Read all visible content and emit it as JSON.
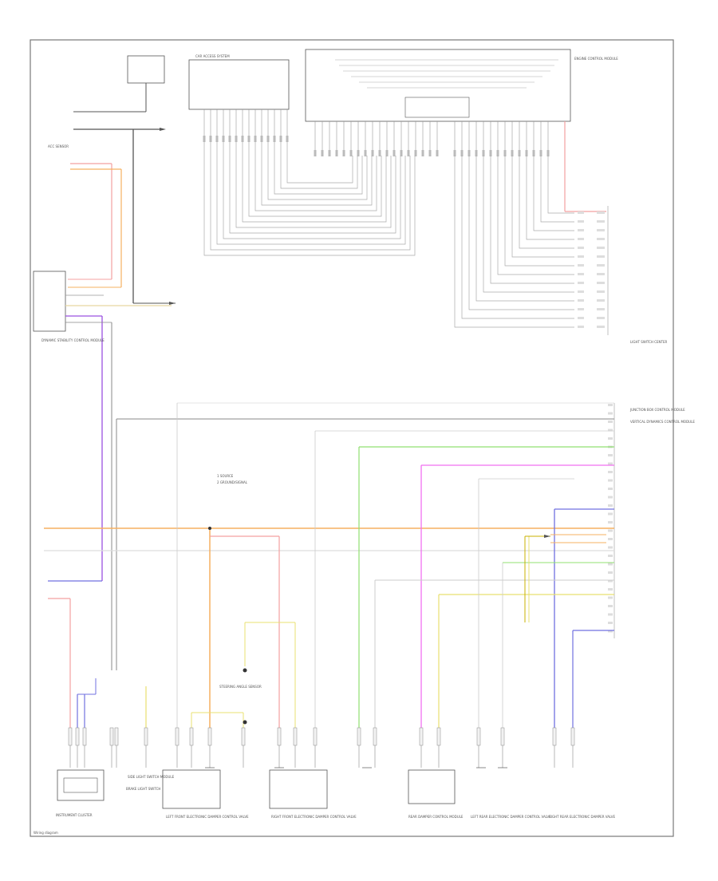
{
  "title": "Wiring diagram",
  "legend": {
    "line1": "1 SOURCE",
    "line2": "2 GROUND/SIGNAL"
  },
  "colors": {
    "red": "#f4a0a0",
    "orange": "#f5b060",
    "pink": "#f070f0",
    "green": "#90e070",
    "blue": "#7070e0",
    "purple": "#9a50e0",
    "yellow": "#e8e070",
    "tan": "#e8d8a0",
    "gray": "#c8c8c8",
    "dark": "#444444"
  },
  "components": [
    {
      "id": "c1",
      "label": "INSTRUMENT CLUSTER"
    },
    {
      "id": "c2",
      "label": "BRAKE LIGHT SWITCH"
    },
    {
      "id": "c3",
      "label": "ACC SENSOR"
    },
    {
      "id": "c4",
      "label": "DYNAMIC STABILITY CONTROL MODULE"
    },
    {
      "id": "c5",
      "label": "CAR ACCESS SYSTEM"
    },
    {
      "id": "c6",
      "label": "ENGINE CONTROL MODULE"
    },
    {
      "id": "c7",
      "label": "LIGHT SWITCH CENTER"
    },
    {
      "id": "c8",
      "label": "JUNCTION BOX CONTROL MODULE"
    },
    {
      "id": "c9",
      "label": "STEERING ANGLE SENSOR"
    },
    {
      "id": "c10",
      "label": "SIDE LIGHT SWITCH MODULE"
    },
    {
      "id": "c11",
      "label": "LEFT FRONT ELECTRONIC DAMPER CONTROL VALVE"
    },
    {
      "id": "c12",
      "label": "RIGHT FRONT ELECTRONIC DAMPER CONTROL VALVE"
    },
    {
      "id": "c13",
      "label": "REAR DAMPER CONTROL MODULE"
    },
    {
      "id": "c14",
      "label": "LEFT REAR ELECTRONIC DAMPER CONTROL VALVE"
    },
    {
      "id": "c15",
      "label": "RIGHT REAR ELECTRONIC DAMPER VALVE"
    },
    {
      "id": "c16",
      "label": "VERTICAL DYNAMICS CONTROL MODULE"
    }
  ]
}
